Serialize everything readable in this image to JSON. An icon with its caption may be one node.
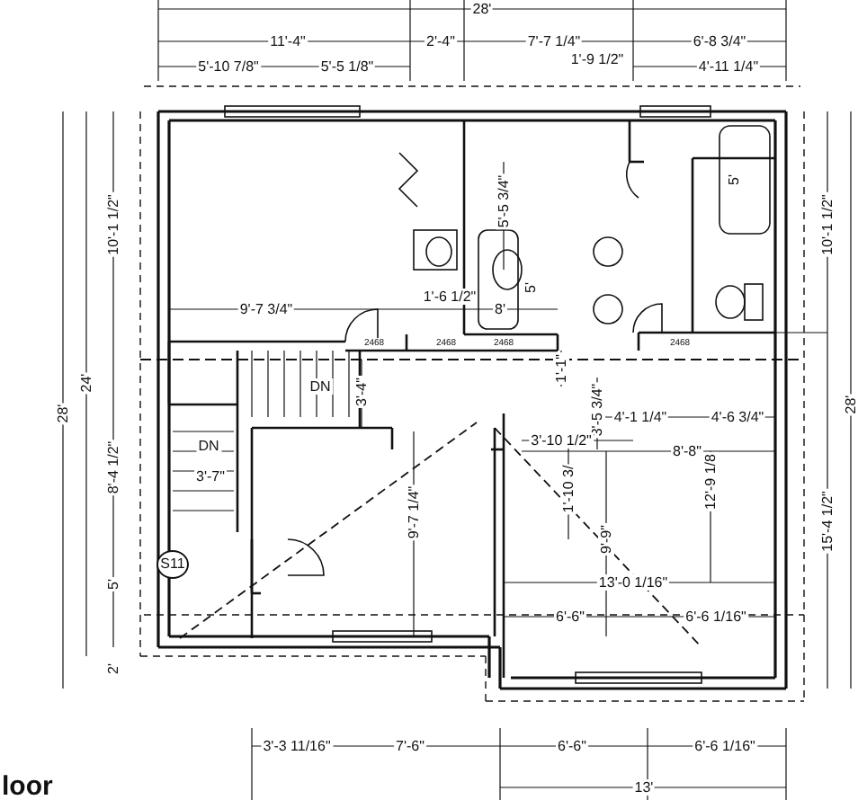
{
  "diagram": {
    "labels": [
      "28'",
      "11'-4\"",
      "2'-4\"",
      "7'-7 1/4\"",
      "6'-8 3/4\"",
      "1'-9 1/2\"",
      "5'-10 7/8\"",
      "5'-5 1/8\"",
      "4'-11 1/4\"",
      "5'-5 3/4\"",
      "5'",
      "10'-1 1/2\"",
      "10'-1 1/2\"",
      "9'-7 3/4\"",
      "1'-6 1/2\"",
      "5'",
      "8'",
      "2468",
      "2468",
      "2468",
      "2468",
      "DN",
      "3'-4\"",
      "1'-1\"",
      "3'-5 3/4\"",
      "24'",
      "28'",
      "28'",
      "DN",
      "3'-7\"",
      "8'-4 1/2\"",
      "4'-1 1/4\"",
      "4'-6 3/4\"",
      "3'-10 1/2\"",
      "8'-8\"",
      "1'-10 3/",
      "12'-9 1/8",
      "9'-9\"",
      "15'-4 1/2\"",
      "S11",
      "9'-7 1/4\"",
      "5'",
      "13'-0 1/16\"",
      "6'-6\"",
      "6'-6 1/16\"",
      "2'",
      "3'-3 11/16\"",
      "7'-6\"",
      "6'-6\"",
      "6'-6 1/16\"",
      "13'",
      "loor"
    ]
  }
}
